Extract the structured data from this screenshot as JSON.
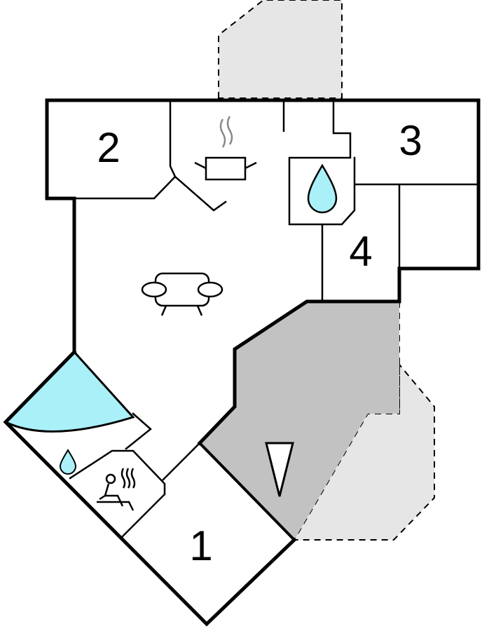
{
  "rooms": [
    {
      "id": "room-1",
      "label": "1"
    },
    {
      "id": "room-2",
      "label": "2"
    },
    {
      "id": "room-3",
      "label": "3"
    },
    {
      "id": "room-4",
      "label": "4"
    }
  ],
  "icons": {
    "cooking": "cooking-pot-icon",
    "sofa": "sofa-icon",
    "water_drop": "water-drop-icon",
    "sauna": "sauna-icon",
    "spa_pool": "spa-pool-icon",
    "entrance": "entrance-triangle-icon"
  },
  "colors": {
    "water": "#aaf0f8",
    "terrace": "#c2c2c2",
    "outdoor_area": "#e6e6e6",
    "wall": "#000000"
  }
}
